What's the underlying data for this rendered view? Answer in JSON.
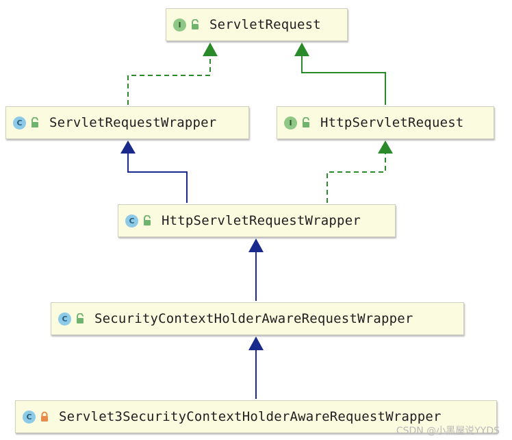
{
  "colors": {
    "node_fill": "#fbfbe0",
    "implements_arrow": "#2a8a2a",
    "extends_arrow": "#1a2a8c",
    "class_icon": "#8ccae8",
    "interface_icon": "#8fc786",
    "public_lock": "#6fb36f",
    "private_lock": "#e88a4a"
  },
  "nodes": {
    "servlet_request": {
      "kind": "I",
      "icon": "interface-icon",
      "visibility": "public",
      "name": "ServletRequest"
    },
    "servlet_request_wrapper": {
      "kind": "C",
      "icon": "class-icon",
      "visibility": "public",
      "name": "ServletRequestWrapper"
    },
    "http_servlet_request": {
      "kind": "I",
      "icon": "interface-icon",
      "visibility": "public",
      "name": "HttpServletRequest"
    },
    "http_servlet_request_wrapper": {
      "kind": "C",
      "icon": "class-icon",
      "visibility": "public",
      "name": "HttpServletRequestWrapper"
    },
    "security_context_holder_aware_request_wrapper": {
      "kind": "C",
      "icon": "class-icon",
      "visibility": "public",
      "name": "SecurityContextHolderAwareRequestWrapper"
    },
    "servlet3_security_context_holder_aware_request_wrapper": {
      "kind": "C",
      "icon": "class-icon",
      "visibility": "private",
      "name": "Servlet3SecurityContextHolderAwareRequestWrapper"
    }
  },
  "edges": [
    {
      "from": "servlet_request_wrapper",
      "to": "servlet_request",
      "relation": "implements"
    },
    {
      "from": "http_servlet_request",
      "to": "servlet_request",
      "relation": "extends-interface"
    },
    {
      "from": "http_servlet_request_wrapper",
      "to": "servlet_request_wrapper",
      "relation": "extends"
    },
    {
      "from": "http_servlet_request_wrapper",
      "to": "http_servlet_request",
      "relation": "implements"
    },
    {
      "from": "security_context_holder_aware_request_wrapper",
      "to": "http_servlet_request_wrapper",
      "relation": "extends"
    },
    {
      "from": "servlet3_security_context_holder_aware_request_wrapper",
      "to": "security_context_holder_aware_request_wrapper",
      "relation": "extends"
    }
  ],
  "watermark": "CSDN @小黑屋说YYDS"
}
